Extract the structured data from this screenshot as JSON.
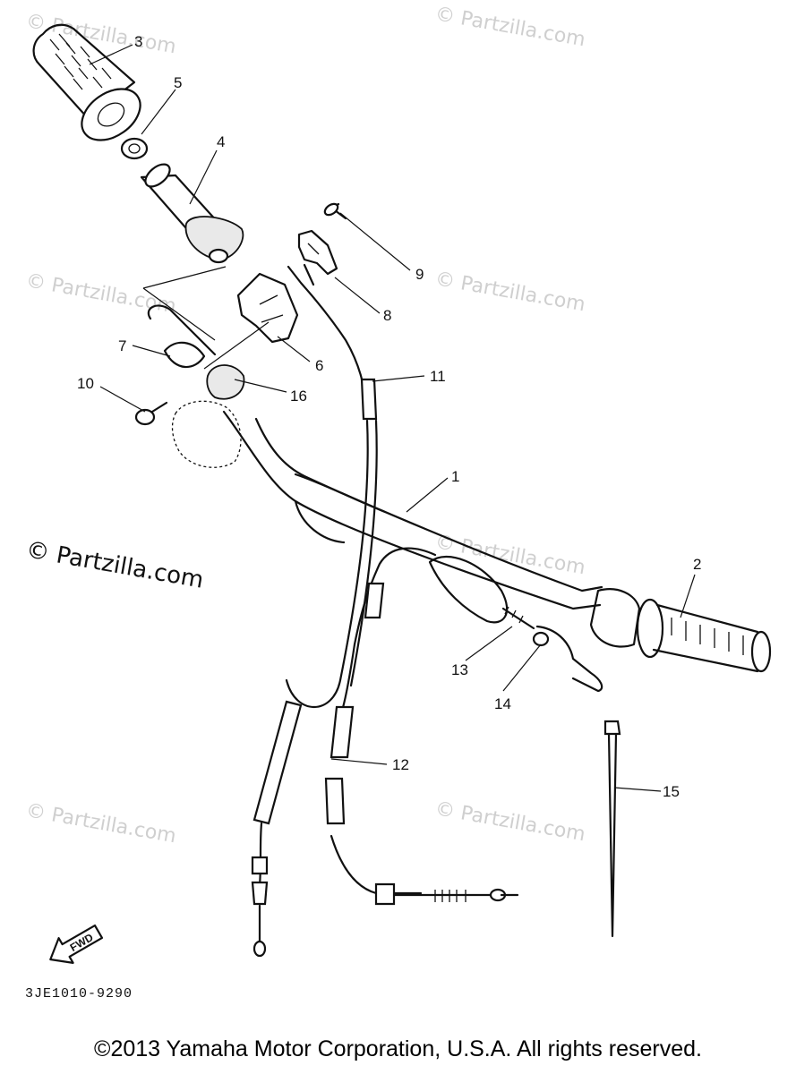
{
  "watermark": "© Partzilla.com",
  "diagram_code": "3JE1010-9290",
  "fwd_label": "FWD",
  "copyright": "©2013 Yamaha Motor Corporation, U.S.A. All rights reserved.",
  "callouts": {
    "p1": "1",
    "p2": "2",
    "p3": "3",
    "p4": "4",
    "p5": "5",
    "p6": "6",
    "p7": "7",
    "p8": "8",
    "p9": "9",
    "p10": "10",
    "p11": "11",
    "p12": "12",
    "p13": "13",
    "p14": "14",
    "p15": "15",
    "p16": "16"
  }
}
